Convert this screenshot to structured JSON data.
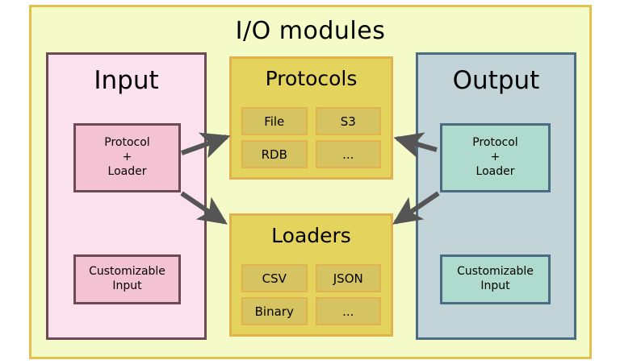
{
  "diagram": {
    "title": "I/O modules",
    "colors": {
      "outer_background": "#f4fbc8",
      "outer_border": "#e2c14e",
      "input_background": "#fbe0ee",
      "input_border": "#6b4a55",
      "input_box_background": "#f4c3d3",
      "output_background": "#c2d4d7",
      "output_border": "#4a6c82",
      "output_box_background": "#aedbcd",
      "store_background": "#e4d35c",
      "store_border": "#e2b24e",
      "chip_background": "#d6c462",
      "arrow": "#555555"
    },
    "input": {
      "title": "Input",
      "protocol_loader": {
        "lines": [
          "Protocol",
          "+",
          "Loader"
        ]
      },
      "customizable": {
        "lines": [
          "Customizable",
          "Input"
        ]
      }
    },
    "output": {
      "title": "Output",
      "protocol_loader": {
        "lines": [
          "Protocol",
          "+",
          "Loader"
        ]
      },
      "customizable": {
        "lines": [
          "Customizable",
          "Input"
        ]
      }
    },
    "protocols": {
      "title": "Protocols",
      "chips": [
        "File",
        "S3",
        "RDB",
        "..."
      ]
    },
    "loaders": {
      "title": "Loaders",
      "chips": [
        "CSV",
        "JSON",
        "Binary",
        "..."
      ]
    },
    "arrows": [
      {
        "name": "input-to-protocols",
        "from": "Input Protocol + Loader",
        "to": "Protocols"
      },
      {
        "name": "input-to-loaders",
        "from": "Input Protocol + Loader",
        "to": "Loaders"
      },
      {
        "name": "output-to-protocols",
        "from": "Output Protocol + Loader",
        "to": "Protocols"
      },
      {
        "name": "output-to-loaders",
        "from": "Output Protocol + Loader",
        "to": "Loaders"
      }
    ]
  }
}
